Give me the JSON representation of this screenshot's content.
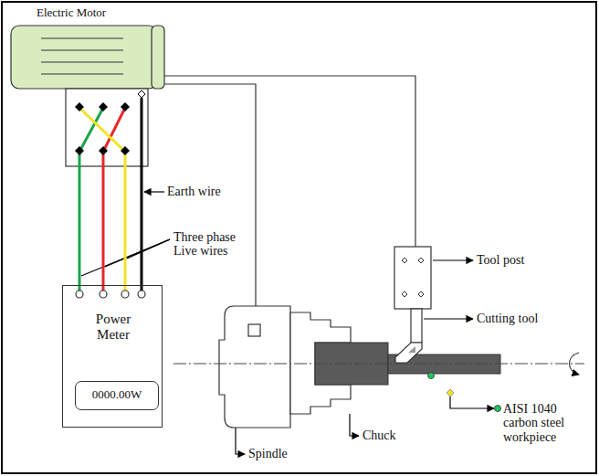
{
  "diagram": {
    "nodes": [
      {
        "text": [
          "Electric Motor"
        ]
      },
      {
        "text": [
          "Power Meter"
        ]
      },
      {
        "text": [
          "0000.00W"
        ],
        "in": 1
      }
    ],
    "edges": [
      {
        "from": 0,
        "to": 1,
        "arrow": "none"
      },
      {
        "from": 0,
        "to": 1,
        "arrow": "none"
      },
      {
        "from": 0,
        "to": 1,
        "arrow": "none"
      },
      {
        "from": 0,
        "to": 1,
        "arrow": "none"
      }
    ],
    "labels": [
      "Earth wire",
      "Three phase Live wires",
      "Tool post",
      "Cutting tool",
      "AISI 1040 carbon steel workpiece",
      "Chuck",
      "Spindle"
    ]
  }
}
